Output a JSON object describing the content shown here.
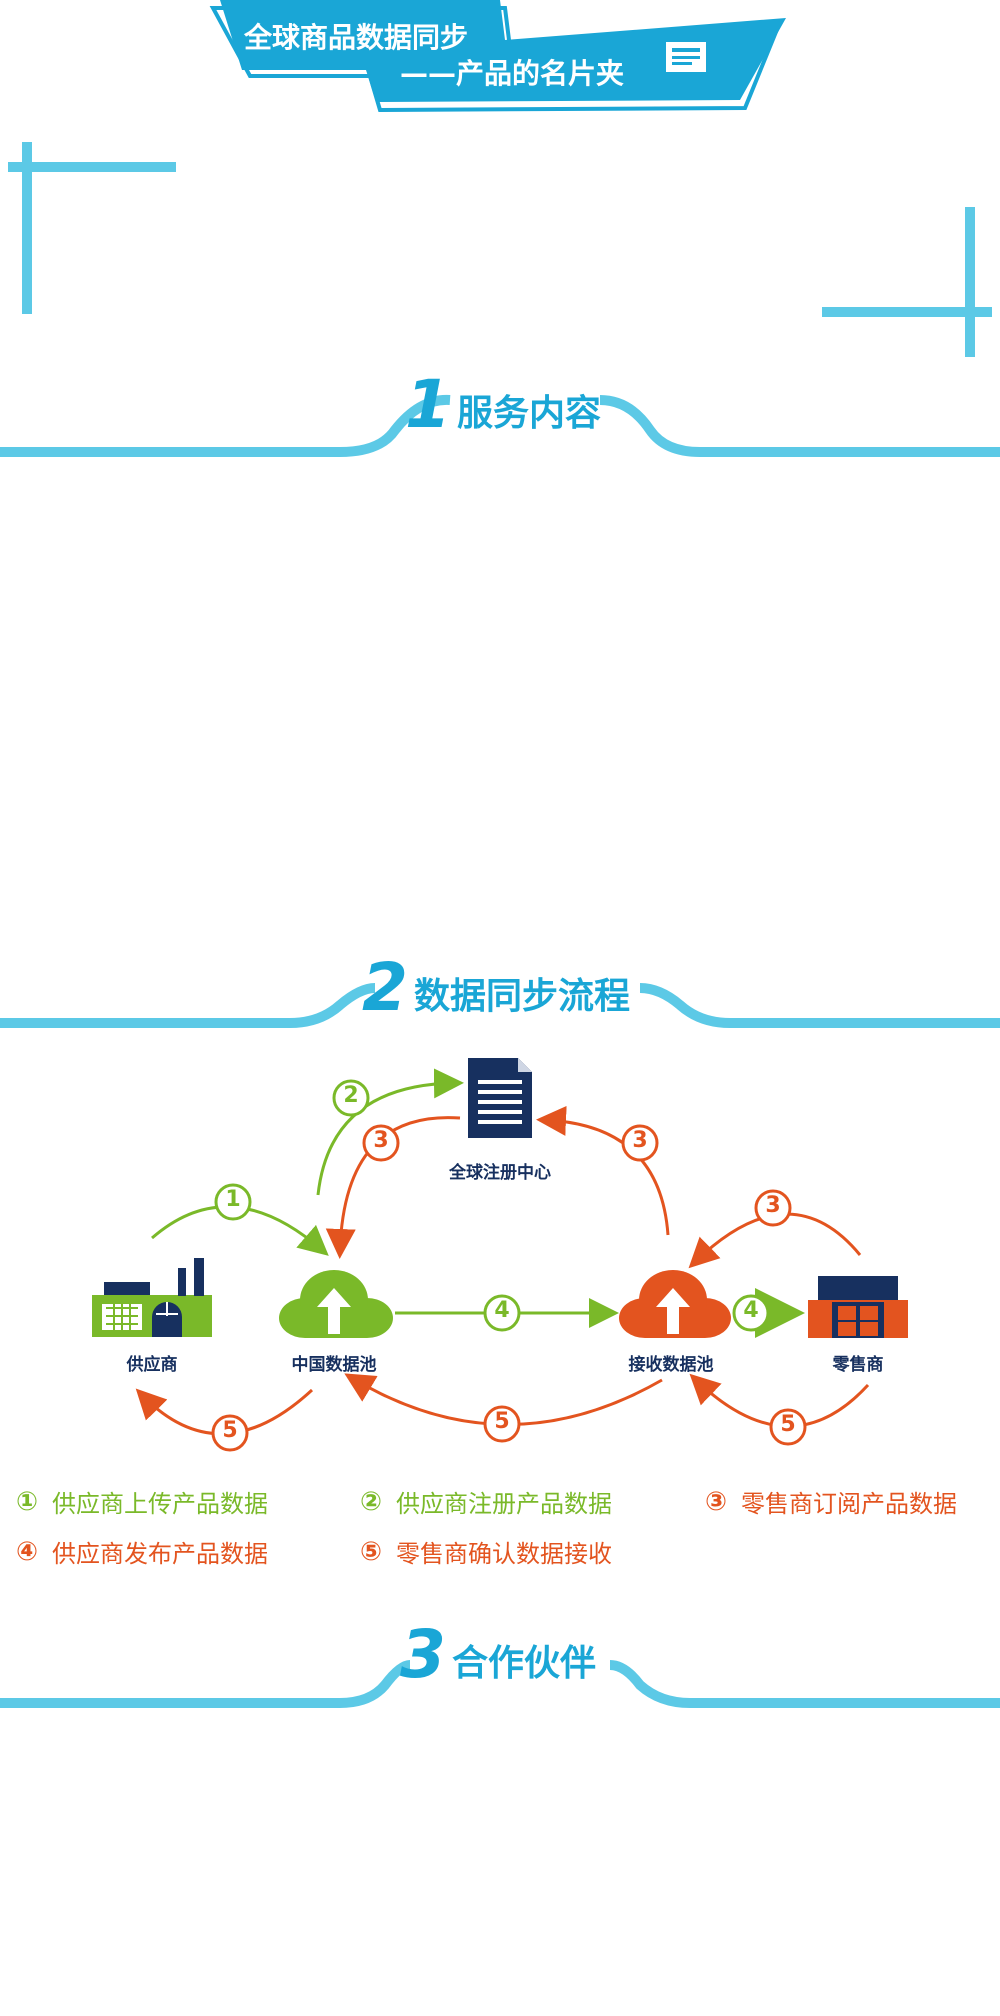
{
  "banner": {
    "line1": "全球商品数据同步",
    "line2": "——产品的名片夹"
  },
  "sections": [
    {
      "num": "1",
      "title": "服务内容"
    },
    {
      "num": "2",
      "title": "数据同步流程"
    },
    {
      "num": "3",
      "title": "合作伙伴"
    }
  ],
  "diagram": {
    "nodes": {
      "registry": "全球注册中心",
      "supplier": "供应商",
      "china_pool": "中国数据池",
      "receive_pool": "接收数据池",
      "retailer": "零售商"
    },
    "steps": [
      "1",
      "2",
      "3",
      "4",
      "5"
    ]
  },
  "legend": [
    {
      "num": "①",
      "text": "供应商上传产品数据",
      "color": "green"
    },
    {
      "num": "②",
      "text": "供应商注册产品数据",
      "color": "green"
    },
    {
      "num": "③",
      "text": "零售商订阅产品数据",
      "color": "orange"
    },
    {
      "num": "④",
      "text": "供应商发布产品数据",
      "color": "orange"
    },
    {
      "num": "⑤",
      "text": "零售商确认数据接收",
      "color": "orange"
    }
  ],
  "colors": {
    "accent": "#1aa6d6",
    "line": "#5cc9e6",
    "green": "#7ab929",
    "orange": "#e3541f",
    "navy": "#17305f"
  },
  "icons": [
    "folder-card-icon",
    "factory-icon",
    "cloud-upload-icon",
    "document-icon",
    "store-icon"
  ]
}
